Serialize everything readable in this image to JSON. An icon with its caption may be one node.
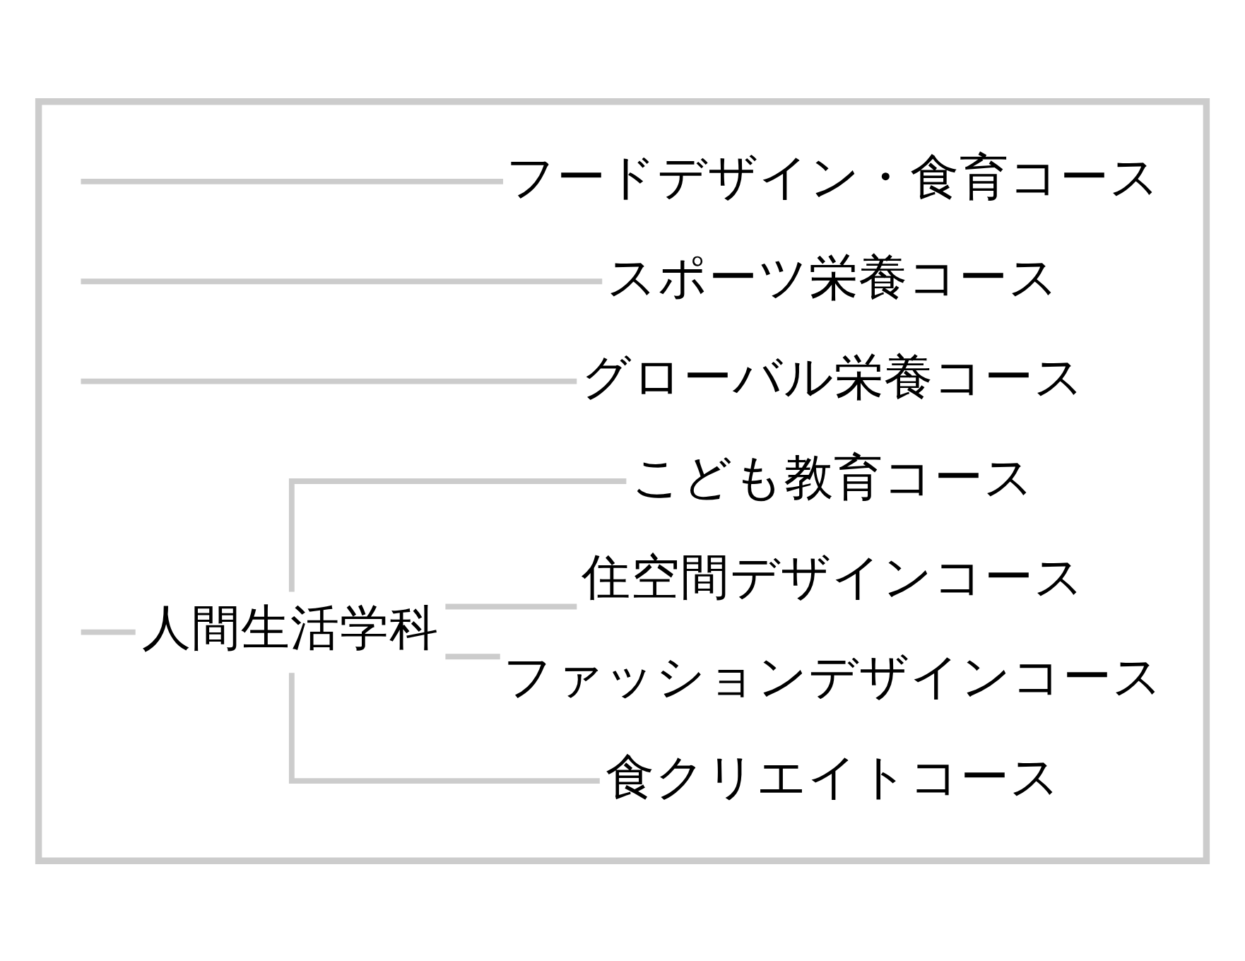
{
  "diagram": {
    "nodes": [
      {
        "text": [],
        "shape": "box"
      },
      {
        "text": [
          "フードデザイン・食育コース"
        ],
        "in": 0
      },
      {
        "text": [
          "スポーツ栄養コース"
        ],
        "in": 0
      },
      {
        "text": [
          "グローバル栄養コース"
        ],
        "in": 0
      },
      {
        "text": [
          "人間生活学科"
        ],
        "in": 0
      },
      {
        "text": [
          "食クリエイトコース"
        ],
        "in": 0
      },
      {
        "text": [
          "ファッションデザインコース"
        ],
        "in": 0
      },
      {
        "text": [
          "住空間デザインコース"
        ],
        "in": 0
      },
      {
        "text": [
          "こども教育コース"
        ],
        "in": 0
      }
    ],
    "edges": [
      {
        "from": null,
        "to": 1,
        "arrow": "none"
      },
      {
        "from": null,
        "to": 2,
        "arrow": "none"
      },
      {
        "from": null,
        "to": 3,
        "arrow": "none"
      },
      {
        "from": null,
        "to": 4,
        "arrow": "none"
      },
      {
        "from": 4,
        "to": 5,
        "arrow": "none"
      },
      {
        "from": 4,
        "to": 6,
        "arrow": "none"
      },
      {
        "from": 4,
        "to": 7,
        "arrow": "none"
      },
      {
        "from": 4,
        "to": 8,
        "arrow": "none"
      }
    ]
  }
}
